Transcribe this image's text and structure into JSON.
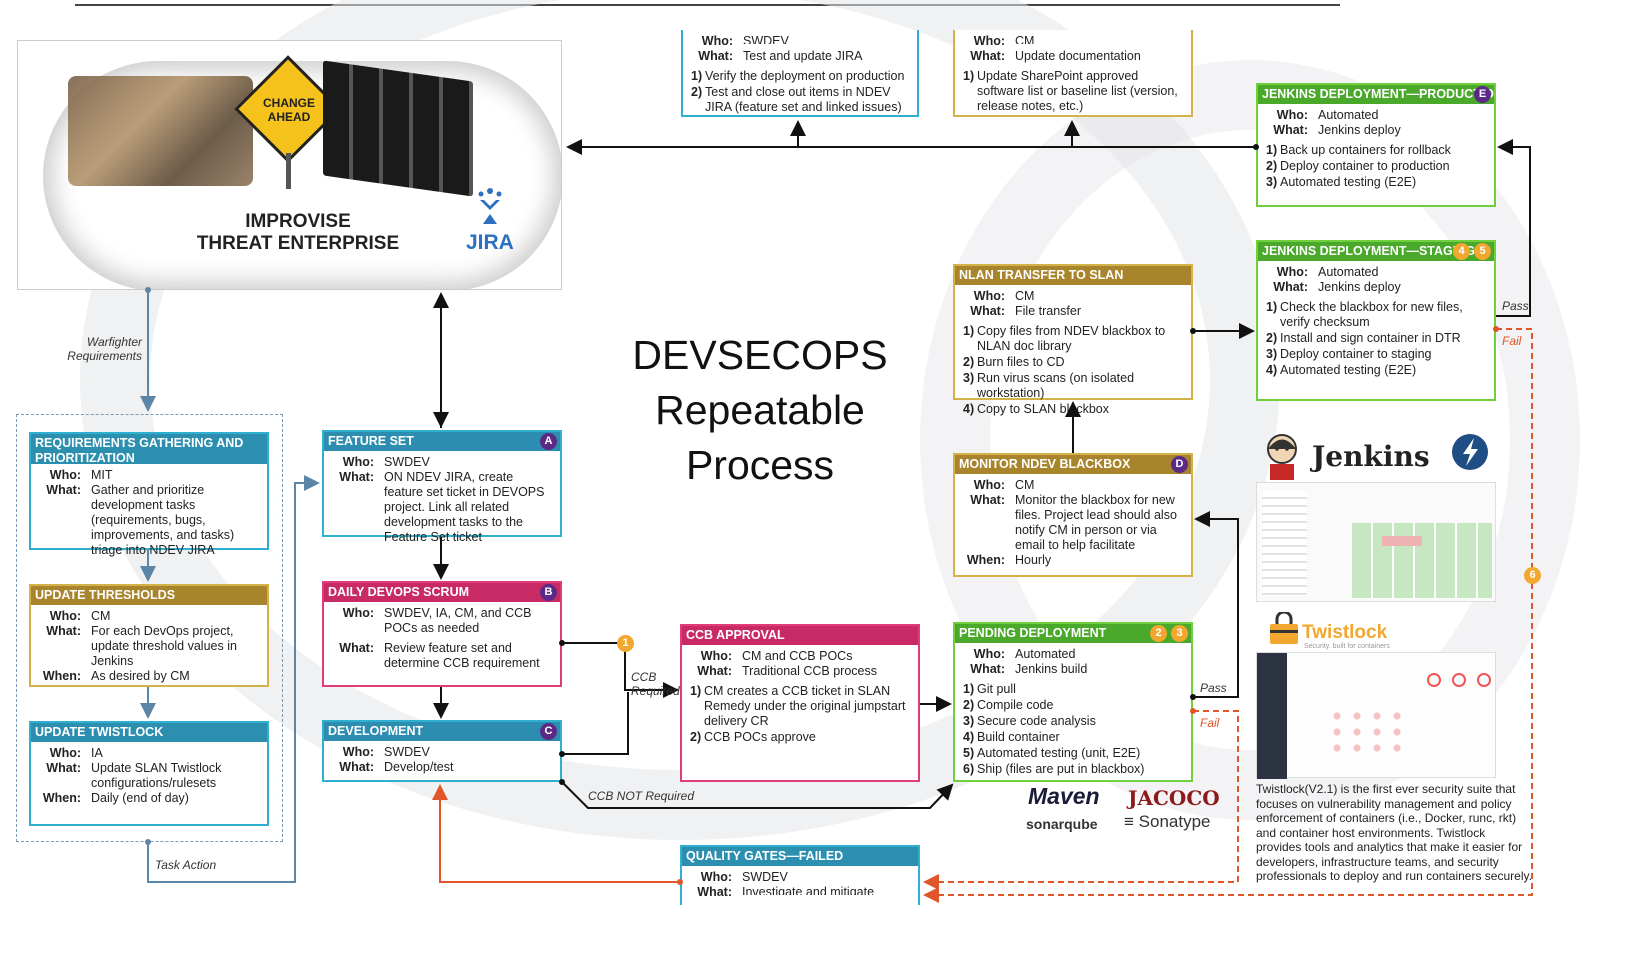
{
  "title": {
    "line1": "DEVSECOPS",
    "line2": "Repeatable",
    "line3": "Process"
  },
  "hero": {
    "sign": "CHANGE AHEAD",
    "line1": "IMPROVISE",
    "line2": "THREAT ENTERPRISE",
    "jira": "JIRA"
  },
  "test_box": {
    "who": "SWDEV",
    "what": "Test and update JIRA",
    "steps": [
      "Verify the deployment on production",
      "Test and close out items in NDEV JIRA (feature set and linked issues)"
    ]
  },
  "doc_box": {
    "who": "CM",
    "what": "Update documentation",
    "steps": [
      "Update SharePoint approved software list or baseline list (version, release notes, etc.)"
    ]
  },
  "labels": {
    "who": "Who:",
    "what": "What:",
    "when": "When:",
    "warfighter": "Warfighter Requirements",
    "task_action": "Task Action",
    "ccb_required": "CCB Required",
    "ccb_not": "CCB NOT Required",
    "pass": "Pass",
    "fail": "Fail"
  },
  "requirements": {
    "title": "REQUIREMENTS GATHERING AND PRIORITIZATION",
    "who": "MIT",
    "what": "Gather and prioritize development tasks (requirements, bugs, improvements, and tasks) triage into NDEV JIRA"
  },
  "thresholds": {
    "title": "UPDATE THRESHOLDS",
    "who": "CM",
    "what": "For each DevOps project, update threshold values in Jenkins",
    "when": "As desired by CM"
  },
  "twistlock_box": {
    "title": "UPDATE TWISTLOCK",
    "who": "IA",
    "what": "Update SLAN Twistlock configurations/rulesets",
    "when": "Daily (end of day)"
  },
  "feature_set": {
    "title": "FEATURE SET",
    "badge": "A",
    "who": "SWDEV",
    "what": "ON NDEV JIRA, create feature set ticket in DEVOPS project. Link all related development tasks to the Feature Set ticket"
  },
  "scrum": {
    "title": "DAILY DEVOPS SCRUM",
    "badge": "B",
    "who": "SWDEV, IA, CM, and CCB POCs as needed",
    "what": "Review feature set and determine CCB requirement"
  },
  "development": {
    "title": "DEVELOPMENT",
    "badge": "C",
    "who": "SWDEV",
    "what": "Develop/test"
  },
  "ccb": {
    "title": "CCB APPROVAL",
    "who": "CM and CCB POCs",
    "what": "Traditional CCB process",
    "steps": [
      "CM creates a CCB ticket in SLAN Remedy under the original jumpstart delivery CR",
      "CCB POCs approve"
    ]
  },
  "quality": {
    "title": "QUALITY GATES—FAILED",
    "who": "SWDEV",
    "what": "Investigate and mitigate"
  },
  "pending": {
    "title": "PENDING DEPLOYMENT",
    "badges": [
      "2",
      "3"
    ],
    "who": "Automated",
    "what": "Jenkins build",
    "steps": [
      "Git pull",
      "Compile code",
      "Secure code analysis",
      "Build container",
      "Automated testing (unit, E2E)",
      "Ship (files are put in blackbox)"
    ]
  },
  "monitor": {
    "title": "MONITOR NDEV BLACKBOX",
    "badge": "D",
    "who": "CM",
    "what": "Monitor the blackbox for new files. Project lead should also notify CM in person or via email to help facilitate",
    "when": "Hourly"
  },
  "nlan": {
    "title": "NLAN TRANSFER TO SLAN",
    "who": "CM",
    "what": "File transfer",
    "steps": [
      "Copy files from NDEV blackbox to NLAN doc library",
      "Burn files to CD",
      "Run virus scans (on isolated workstation)",
      "Copy to SLAN blackbox"
    ]
  },
  "staging": {
    "title": "JENKINS DEPLOYMENT—STAGING",
    "badges": [
      "4",
      "5"
    ],
    "who": "Automated",
    "what": "Jenkins deploy",
    "steps": [
      "Check the blackbox for new files, verify checksum",
      "Install and sign container in DTR",
      "Deploy container to staging",
      "Automated testing (E2E)"
    ]
  },
  "production": {
    "title": "JENKINS DEPLOYMENT—PRODUCTION",
    "badge": "E",
    "who": "Automated",
    "what": "Jenkins deploy",
    "steps": [
      "Back up containers for rollback",
      "Deploy container to production",
      "Automated testing (E2E)"
    ]
  },
  "markers": {
    "m1": "1",
    "m6": "6"
  },
  "tools": {
    "jenkins": "Jenkins",
    "twistlock": "Twistlock",
    "twistlock_tag": "Security. built for containers",
    "maven": "Maven",
    "jacoco": "JACOCO",
    "sonarqube": "sonarqube",
    "sonatype": "Sonatype",
    "twistlock_desc": "Twistlock(V2.1) is the first ever security suite that focuses on vulnerability management and policy enforcement of containers (i.e., Docker, runc, rkt) and container host environments. Twistlock provides tools and analytics that make it easier for developers, infrastructure teams, and security professionals to deploy and run containers securely."
  },
  "colors": {
    "cyan": "#2d8fb0",
    "gold": "#a8852c",
    "pink": "#c72a64",
    "green": "#4aa82b",
    "purple": "#5b2a86",
    "orange": "#f2a72e",
    "fail": "#e0552a"
  }
}
